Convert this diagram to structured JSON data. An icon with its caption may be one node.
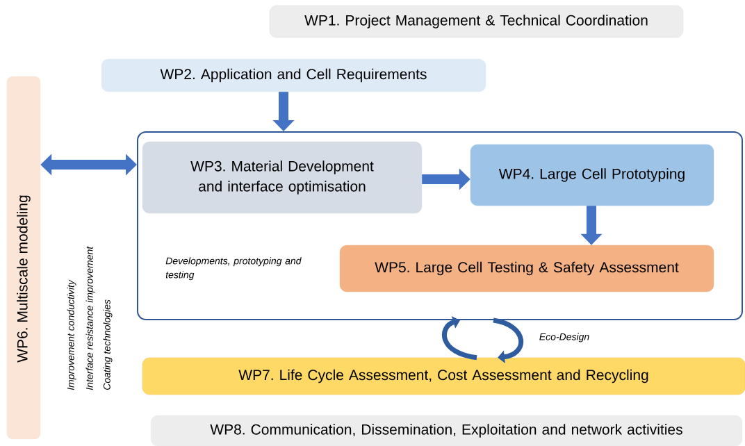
{
  "diagram": {
    "nodes": [
      {
        "text": [
          "WP1. Project Management & Technical Coordination"
        ]
      },
      {
        "text": [
          "WP2. Application and Cell Requirements"
        ]
      },
      {
        "text": [
          "WP6. Multiscale modeling"
        ]
      },
      {
        "text": [
          "Developments, prototyping and testing"
        ]
      },
      {
        "text": [
          "WP3. Material Development and interface optimisation"
        ],
        "in": 3
      },
      {
        "text": [
          "WP4. Large Cell Prototyping"
        ],
        "in": 3
      },
      {
        "text": [
          "WP5. Large Cell Testing & Safety Assessment"
        ],
        "in": 3
      },
      {
        "text": [
          "WP7. Life Cycle Assessment, Cost Assessment and Recycling"
        ]
      },
      {
        "text": [
          "WP8. Communication, Dissemination, Exploitation and network activities"
        ]
      }
    ],
    "edges": [
      {
        "from": 1,
        "to": 3,
        "arrow": "to"
      },
      {
        "from": 2,
        "to": 3,
        "arrow": "both"
      },
      {
        "from": 4,
        "to": 5,
        "arrow": "to"
      },
      {
        "from": 5,
        "to": 6,
        "arrow": "to"
      },
      {
        "from": 7,
        "to": 3,
        "arrow": "to",
        "color": "#2e5c9e"
      },
      {
        "from": 3,
        "to": 7,
        "arrow": "to",
        "color": "#2e5c9e",
        "label": "Eco-Design"
      }
    ],
    "labels": [
      "Improvement conductivity",
      "Interface resistance improvement",
      "Coating technologies"
    ]
  }
}
